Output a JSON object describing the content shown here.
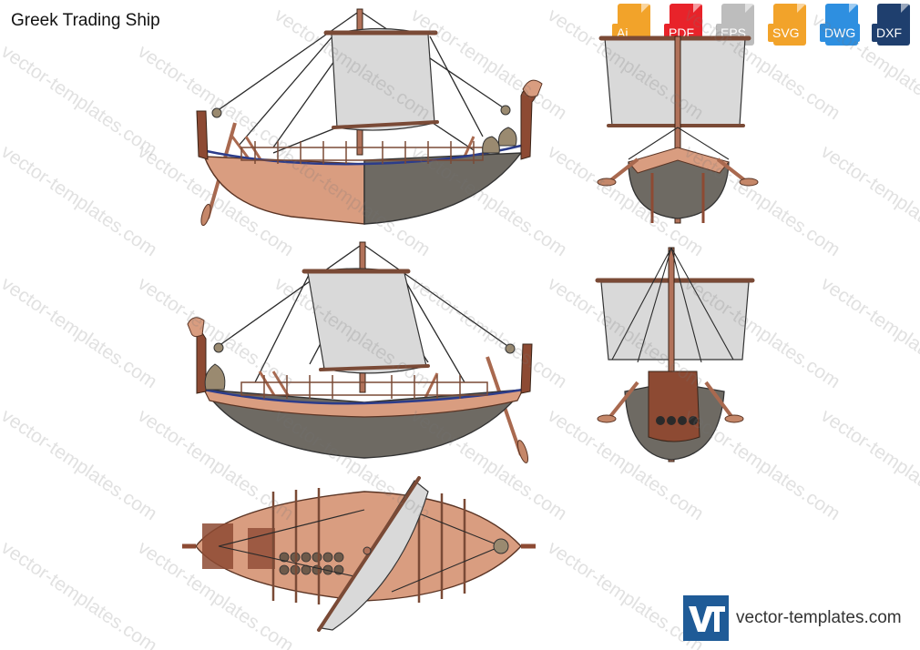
{
  "title": "Greek Trading Ship",
  "formats": [
    {
      "label": "Ai",
      "color": "#f2a32a"
    },
    {
      "label": "PDF",
      "color": "#e8232a"
    },
    {
      "label": "EPS",
      "color": "#bdbdbd"
    },
    {
      "label": "SVG",
      "color": "#f2a32a"
    },
    {
      "label": "DWG",
      "color": "#2e8fe0"
    },
    {
      "label": "DXF",
      "color": "#1f3f6e"
    }
  ],
  "watermark": "vector-templates.com",
  "logo": {
    "mark": "VT",
    "text": "vector-templates.com"
  },
  "colors": {
    "hull": "#d99d80",
    "hullDark": "#8d4a33",
    "keel": "#6e6a63",
    "sail": "#d9d9d9",
    "wood": "#b1725a"
  }
}
